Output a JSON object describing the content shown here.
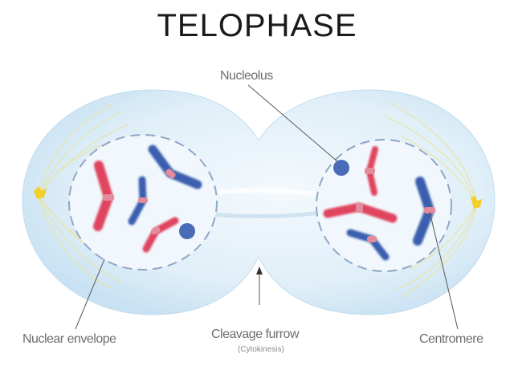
{
  "title": "TELOPHASE",
  "labels": {
    "nucleolus": "Nucleolus",
    "nuclear_envelope": "Nuclear envelope",
    "cleavage_furrow": "Cleavage furrow",
    "cleavage_furrow_sub": "(Cytokinesis)",
    "centromere": "Centromere"
  },
  "colors": {
    "cytoplasm": "#d6eaf6",
    "chromosome_red": "#e0445e",
    "chromosome_blue": "#3b5fae",
    "centromere": "#e38a9c",
    "nucleolus": "#4a6cb8",
    "centrosome": "#f2cf2a",
    "spindle_fibers": "#ece49a",
    "envelope_dash": "#8fa6c8",
    "label_text": "#6e6e6e"
  }
}
